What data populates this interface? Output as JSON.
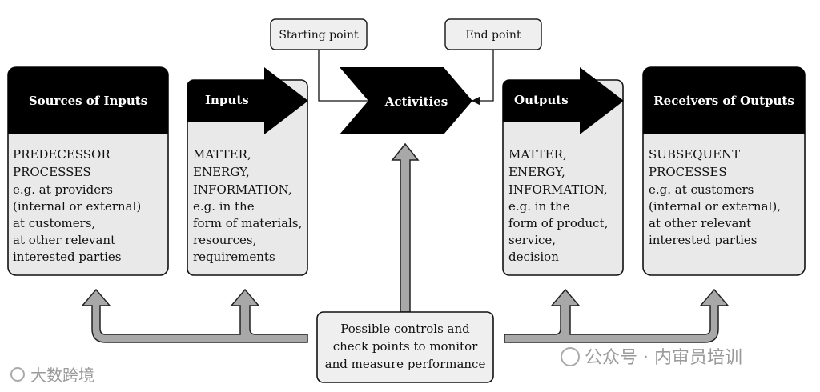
{
  "starting_point": "Starting point",
  "end_point": "End point",
  "activities": "Activities",
  "sources": {
    "title": "Sources of Inputs",
    "lines": [
      "PREDECESSOR",
      "PROCESSES",
      "e.g. at providers",
      "(internal or external)",
      "at customers,",
      "at other relevant",
      "interested parties"
    ]
  },
  "inputs": {
    "title": "Inputs",
    "lines": [
      "MATTER,",
      "ENERGY,",
      "INFORMATION,",
      "e.g. in the",
      "form of materials,",
      "resources,",
      "requirements"
    ]
  },
  "outputs": {
    "title": "Outputs",
    "lines": [
      "MATTER,",
      "ENERGY,",
      "INFORMATION,",
      "e.g. in the",
      "form of product,",
      "service,",
      "decision"
    ]
  },
  "receivers": {
    "title": "Receivers of Outputs",
    "lines": [
      "SUBSEQUENT",
      "PROCESSES",
      "e.g. at customers",
      "(internal or external),",
      " at other relevant",
      " interested parties"
    ]
  },
  "controls": {
    "lines": [
      "Possible controls and",
      "check points to monitor",
      "and measure performance"
    ]
  },
  "watermark_left": "大数跨境",
  "watermark_right": "公众号 · 内审员培训"
}
